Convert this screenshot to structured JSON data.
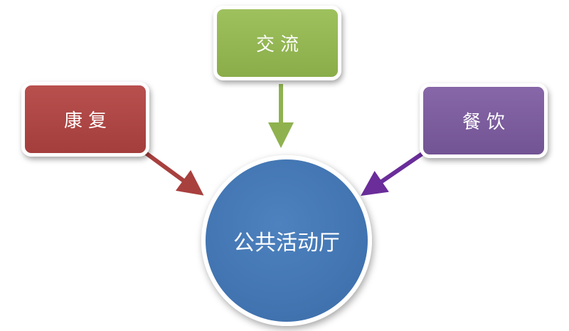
{
  "center": {
    "label": "公共活动厅",
    "color": "#3f70ad"
  },
  "nodes": [
    {
      "id": "rehab",
      "label": "康复",
      "color": "#a8403e"
    },
    {
      "id": "social",
      "label": "交流",
      "color": "#8fb24f"
    },
    {
      "id": "dining",
      "label": "餐饮",
      "color": "#785799"
    }
  ],
  "arrows": [
    {
      "from": "rehab",
      "to": "center",
      "color": "#a8403e"
    },
    {
      "from": "social",
      "to": "center",
      "color": "#8fb24f"
    },
    {
      "from": "dining",
      "to": "center",
      "color": "#6a2d9a"
    }
  ]
}
